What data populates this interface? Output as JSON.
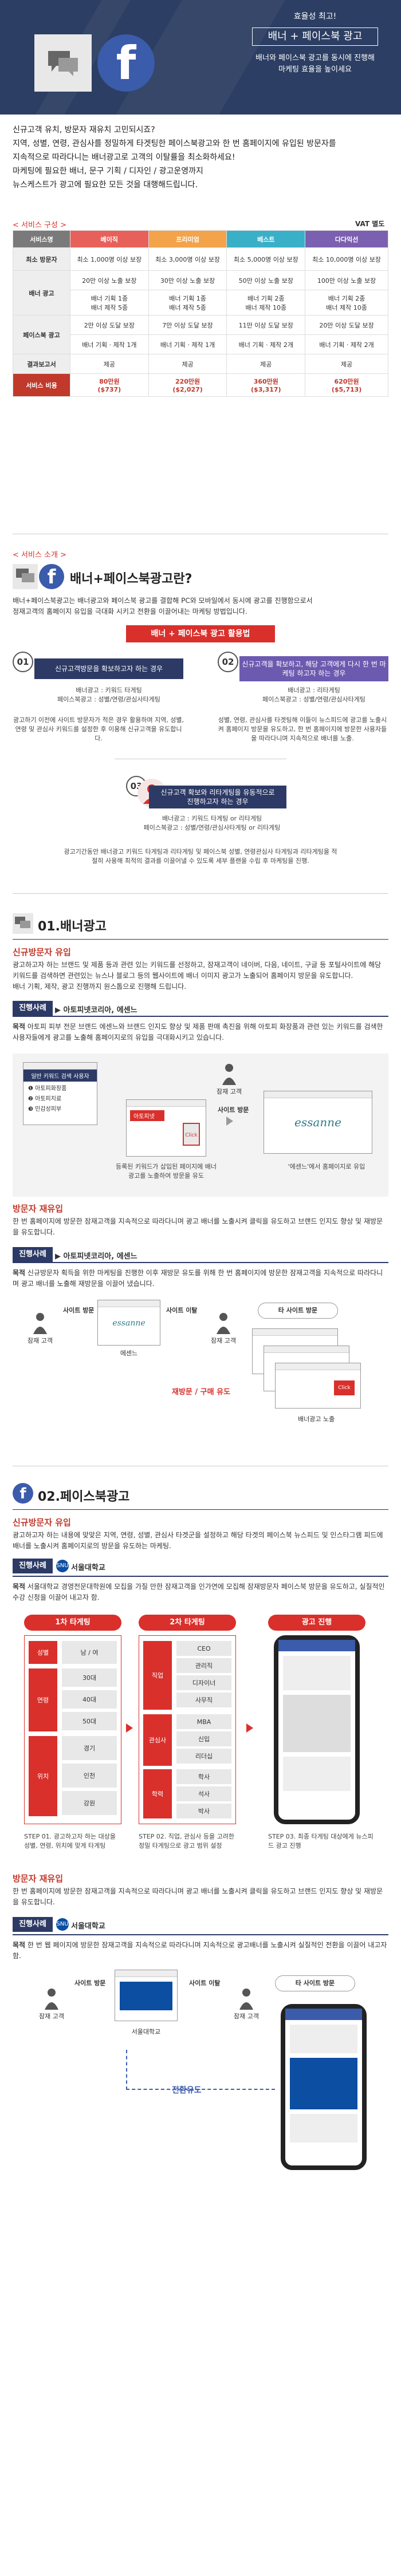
{
  "hero": {
    "small": "효율성 최고!",
    "badge": "배너 + 페이스북 광고",
    "desc1": "배너와 페이스북 광고를 동시에 진행해",
    "desc2": "마케팅 효율을 높이세요"
  },
  "intro": {
    "lines": [
      "신규고객 유치, 방문자 재유치 고민되시죠?",
      "지역, 성별, 연령, 관심사를 정밀하게 타겟팅한 페이스북광고와 한 번 홈페이지에 유입된 방문자를",
      "지속적으로 따라다니는 배너광고로 고객의 이탈률을 최소화하세요!",
      "마케팅에 필요한 배너, 문구 기획 / 디자인 / 광고운영까지",
      "뉴스케스트가 광고에 필요한 모든 것을 대행해드립니다."
    ]
  },
  "pricing": {
    "tag": "< 서비스 구성 >",
    "vat": "VAT 별도",
    "headers": [
      "서비스명",
      "베이직",
      "프리미엄",
      "베스트",
      "다다익선"
    ],
    "header_colors": [
      "#7a7a7a",
      "#e8605a",
      "#f3a34a",
      "#3ab0c8",
      "#7b5fb0"
    ],
    "rows": [
      {
        "label": "최소 방문자",
        "cells": [
          "최소 1,000명 이상 보장",
          "최소 3,000명 이상 보장",
          "최소 5,000명 이상 보장",
          "최소 10,000명 이상 보장"
        ]
      },
      {
        "label": "배너 광고",
        "cells": [
          "20만 이상 노출 보장",
          "30만 이상 노출 보장",
          "50만 이상 노출 보장",
          "100만 이상 노출 보장"
        ]
      },
      {
        "label": "",
        "cells": [
          "배너 기획 1종\n배너 제작 5종",
          "배너 기획 1종\n배너 제작 5종",
          "배너 기획 2종\n배너 제작 10종",
          "배너 기획 2종\n배너 제작 10종"
        ]
      },
      {
        "label": "페이스북 광고",
        "cells": [
          "2만 이상 도달 보장",
          "7만 이상 도달 보장",
          "11만 이상 도달 보장",
          "20만 이상 도달 보장"
        ]
      },
      {
        "label": "",
        "cells": [
          "배너 기획 · 제작 1개",
          "배너 기획 · 제작 1개",
          "배너 기획 · 제작 2개",
          "배너 기획 · 제작 2개"
        ]
      },
      {
        "label": "결과보고서",
        "cells": [
          "제공",
          "제공",
          "제공",
          "제공"
        ]
      }
    ],
    "price_label": "서비스 비용",
    "prices": [
      "80만원\n($737)",
      "220만원\n($2,027)",
      "360만원\n($3,317)",
      "620만원\n($5,713)"
    ]
  },
  "intro2": {
    "tag": "< 서비스 소개 >",
    "title": "배너+페이스북광고란?",
    "p1": "배너+페이스북광고는 배너광고와 페이스북 광고를 결합해 PC와 모바일에서 동시에 광고를 진행함으로서",
    "p2": "정재고객의 홈페이지 유입을 극대화 시키고 전환을 이끌어내는 마케팅 방법입니다.",
    "ribbon": "배너 + 페이스북 광고 활용법",
    "n1": "01",
    "b1": "신규고객방문을 확보하고자 하는 경우",
    "b1a": "배너광고 : 키워드 타게팅",
    "b1b": "페이스북광고 : 성별/연령/관심사타게팅",
    "b1c": "광고하기 이전에 사이트 방문자가 적은 경우 활용하며 지역, 성별, 연령 및 관심사 키워드를 설정한 후 이용해 신규고객을 유도합니다.",
    "n2": "02",
    "b2": "신규고객을 확보하고, 해당 고객에게 다시 한 번 마케팅 하고자 하는 경우",
    "b2a": "배너광고 : 리타게팅",
    "b2b": "페이스북광고 : 성별/연령/관심사타게팅",
    "b2c": "성별, 연령, 관심사를 타겟팅해 이들이 뉴스피드에 광고를 노출시켜 홈페이지 방문을 유도하고, 한 번 홈페이지에 방문한 사용자들을 따라다니며 지속적으로 배너를 노출.",
    "n3": "03",
    "b3a": "신규고객 확보와 리타게팅을 유동적으로",
    "b3b": "진행하고자 하는 경우",
    "b3c": "배너광고 : 키워드 타게팅 or 리타게팅",
    "b3d": "페이스북광고 : 성별/연령/관심사타게팅 or 리타게팅",
    "b3e": "광고기간동안 배너광고 키워드 타게팅과 리타게팅 및 페이스북 성별, 연령관심사 타게팅과 리타게팅을 적절히 사용해 최적의 결과를 이끌어낼 수 있도록 세부 플랜을 수립 후 마케팅을 진행."
  },
  "banner": {
    "num": "01.",
    "title": "배너광고",
    "sub1": "신규방문자 유입",
    "p1": "광고하고자 하는 브랜드 및 제품 등과 관련 있는 키워드를 선정하고, 잠재고객이 네이버, 다음, 네이트, 구글 등 포털사이트에 해당 키워드를 검색하면 관련있는 뉴스나 블로그 등의 웹사이트에 배너 이미지 광고가 노출되어 홈페이지 방문을 유도합니다.",
    "p2": "배너 기획, 제작, 광고 진행까지 원스톱으로 진행해 드립니다.",
    "ex_label": "진행사례",
    "ex_name": "아토피넷코리아, 에센느",
    "ex_text": "아토피 피부 전문 브랜드 에센느와 브랜드 인지도 향상 및 제품 판매 촉진을 위해 아토피 화장품과 관련 있는 키워드를 검색한 사용자들에게 광고를 노출해 홈페이지로의 유입을 극대화시키고 있습니다.",
    "search_label": "일반 키워드 검색 사용자",
    "kw1": "아토피화장품",
    "kw2": "아토피치료",
    "kw3": "민감성피부",
    "potential": "잠재 고객",
    "site_visit": "사이트 방문",
    "click": "Click",
    "news": "아토피넷",
    "cap1": "등록된 키워드가 삽입된 페이지에 배너광고를 노출하여 방문을 유도",
    "brand": "essanne",
    "cap2": "'에센느'에서 홈페이지로 유입",
    "sub2": "방문자 재유입",
    "p3": "한 번 홈페이지에 방문한 잠재고객을 지속적으로 따라다니며 광고 배너를 노출시켜 클릭을 유도하고 브랜드 인지도 향상 및 재방문을 유도합니다.",
    "ex2_label": "진행사례",
    "ex2_name": "아토피넷코리아, 에센느",
    "ex2_text": "신규방문자 획득을 위한 마케팅을 진행한 이후 재방문 유도를 위해 한 번 홈페이지에 방문한 잠재고객을 지속적으로 따라다니며 광고 배너를 노출해 재방문을 이끌어 냈습니다.",
    "flow1": "사이트 방문",
    "flow2": "사이트 이탈",
    "flow3": "타 사이트 방문",
    "flow_a": "잠재 고객",
    "flow_b": "에센느",
    "flow_c": "잠재 고객",
    "revisit": "재방문 / 구매 유도",
    "banner_expose": "배너광고 노출"
  },
  "fbad": {
    "num": "02.",
    "title": "페이스북광고",
    "sub1": "신규방문자 유입",
    "p1": "광고하고자 하는 내용에 맞맞은 지역, 연령, 성별, 관심사 타겟군을 설정하고 해당 타겟의 페이스북 뉴스피드 및 인스타그램 피드에 배너를 노출시켜 홈페이지로의 방문을 유도하는 마케팅.",
    "ex_label": "진행사례",
    "ex_name": "서울대학교",
    "ex_text": "서울대학교 경영전문대학원에 모집을 가질 만한 잠재고객을 인가연에 모집해 잠재방문자 페이스북 방문을 유도하고, 실질적인 수강 신청을 이끌어 내고자 함.",
    "step1": "1차 타게팅",
    "step2": "2차 타게팅",
    "step3": "광고 진행",
    "s1_r1": "성별",
    "s1_r1v": "남 / 여",
    "s1_r2": "연령",
    "s1_r2v": [
      "30대",
      "40대",
      "50대"
    ],
    "s1_r3": "위치",
    "s1_r3v": [
      "경기",
      "인천",
      "강원"
    ],
    "s2_r1": "직업",
    "s2_r1v": [
      "CEO",
      "관리직",
      "디자이너",
      "사무직"
    ],
    "s2_r2": "관심사",
    "s2_r2v": [
      "MBA",
      "신입",
      "리더십"
    ],
    "s2_r3": "학력",
    "s2_r3v": [
      "학사",
      "석사",
      "박사"
    ],
    "cap1": "STEP 01. 광고하고자 하는 대상을 성별, 연령, 위치에 맞게 타게팅",
    "cap2": "STEP 02. 직업, 관심사 등을 고려한 정밀 타게팅으로 광고 범위 설정",
    "cap3": "STEP 03. 최종 타게팅 대상에게 뉴스피드 광고 진행",
    "sub2": "방문자 재유입",
    "p2": "한 번 홈페이지에 방문한 잠재고객을 지속적으로 따라다니며 광고 배너를 노출시켜 클릭을 유도하고 브랜드 인지도 향상 및 재방문을 유도합니다.",
    "ex2_label": "진행사례",
    "ex2_name": "서울대학교",
    "ex2_text": "한 번 웹 페이지에 방문한 잠재고객을 지속적으로 따라다니며 지속적으로 광고배너를 노출시켜 실질적인 전환을 이끌어 내고자 함.",
    "flow1": "사이트 방문",
    "flow2": "사이트 이탈",
    "flow3": "타 사이트 방문",
    "fa": "잠재 고객",
    "fb": "서울대학교",
    "fc": "잠재 고객",
    "conv": "전환유도",
    "uni": "SNU"
  },
  "colors": {
    "navy": "#2c3e63",
    "red": "#d9302c",
    "fb": "#3b5bab"
  },
  "icons": [
    "chat-icon",
    "facebook-icon",
    "person-icon",
    "browser-icon",
    "search-icon",
    "mobile-icon"
  ]
}
